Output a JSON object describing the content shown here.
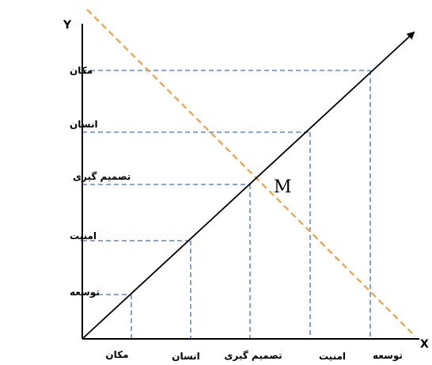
{
  "axes": {
    "x_name": "X",
    "y_name": "Y"
  },
  "y_labels": [
    "مکان",
    "انسان",
    "تصمیم گیری",
    "امنیت",
    "توسعه"
  ],
  "x_labels": [
    "مکان",
    "انسان",
    "تصمیم گیری",
    "امنیت",
    "توسعه"
  ],
  "point_label": "M",
  "colors": {
    "axis": "#000000",
    "dashed": "#3b6fc7",
    "orange": "#f0a040"
  }
}
